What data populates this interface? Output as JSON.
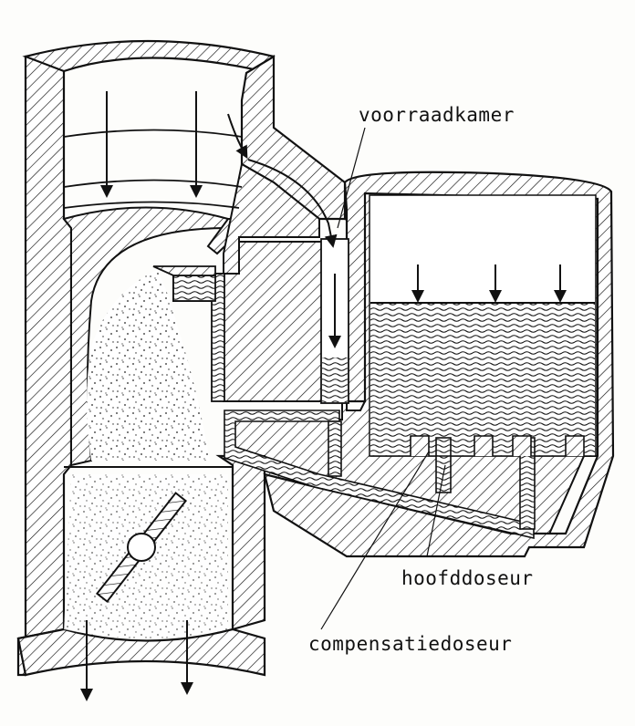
{
  "labels": {
    "float_chamber": "voorraadkamer",
    "main_jet": "hoofddoseur",
    "compensating_jet": "compensatiedoseur"
  },
  "colors": {
    "ink": "#111111",
    "paper": "#fdfdfb"
  }
}
